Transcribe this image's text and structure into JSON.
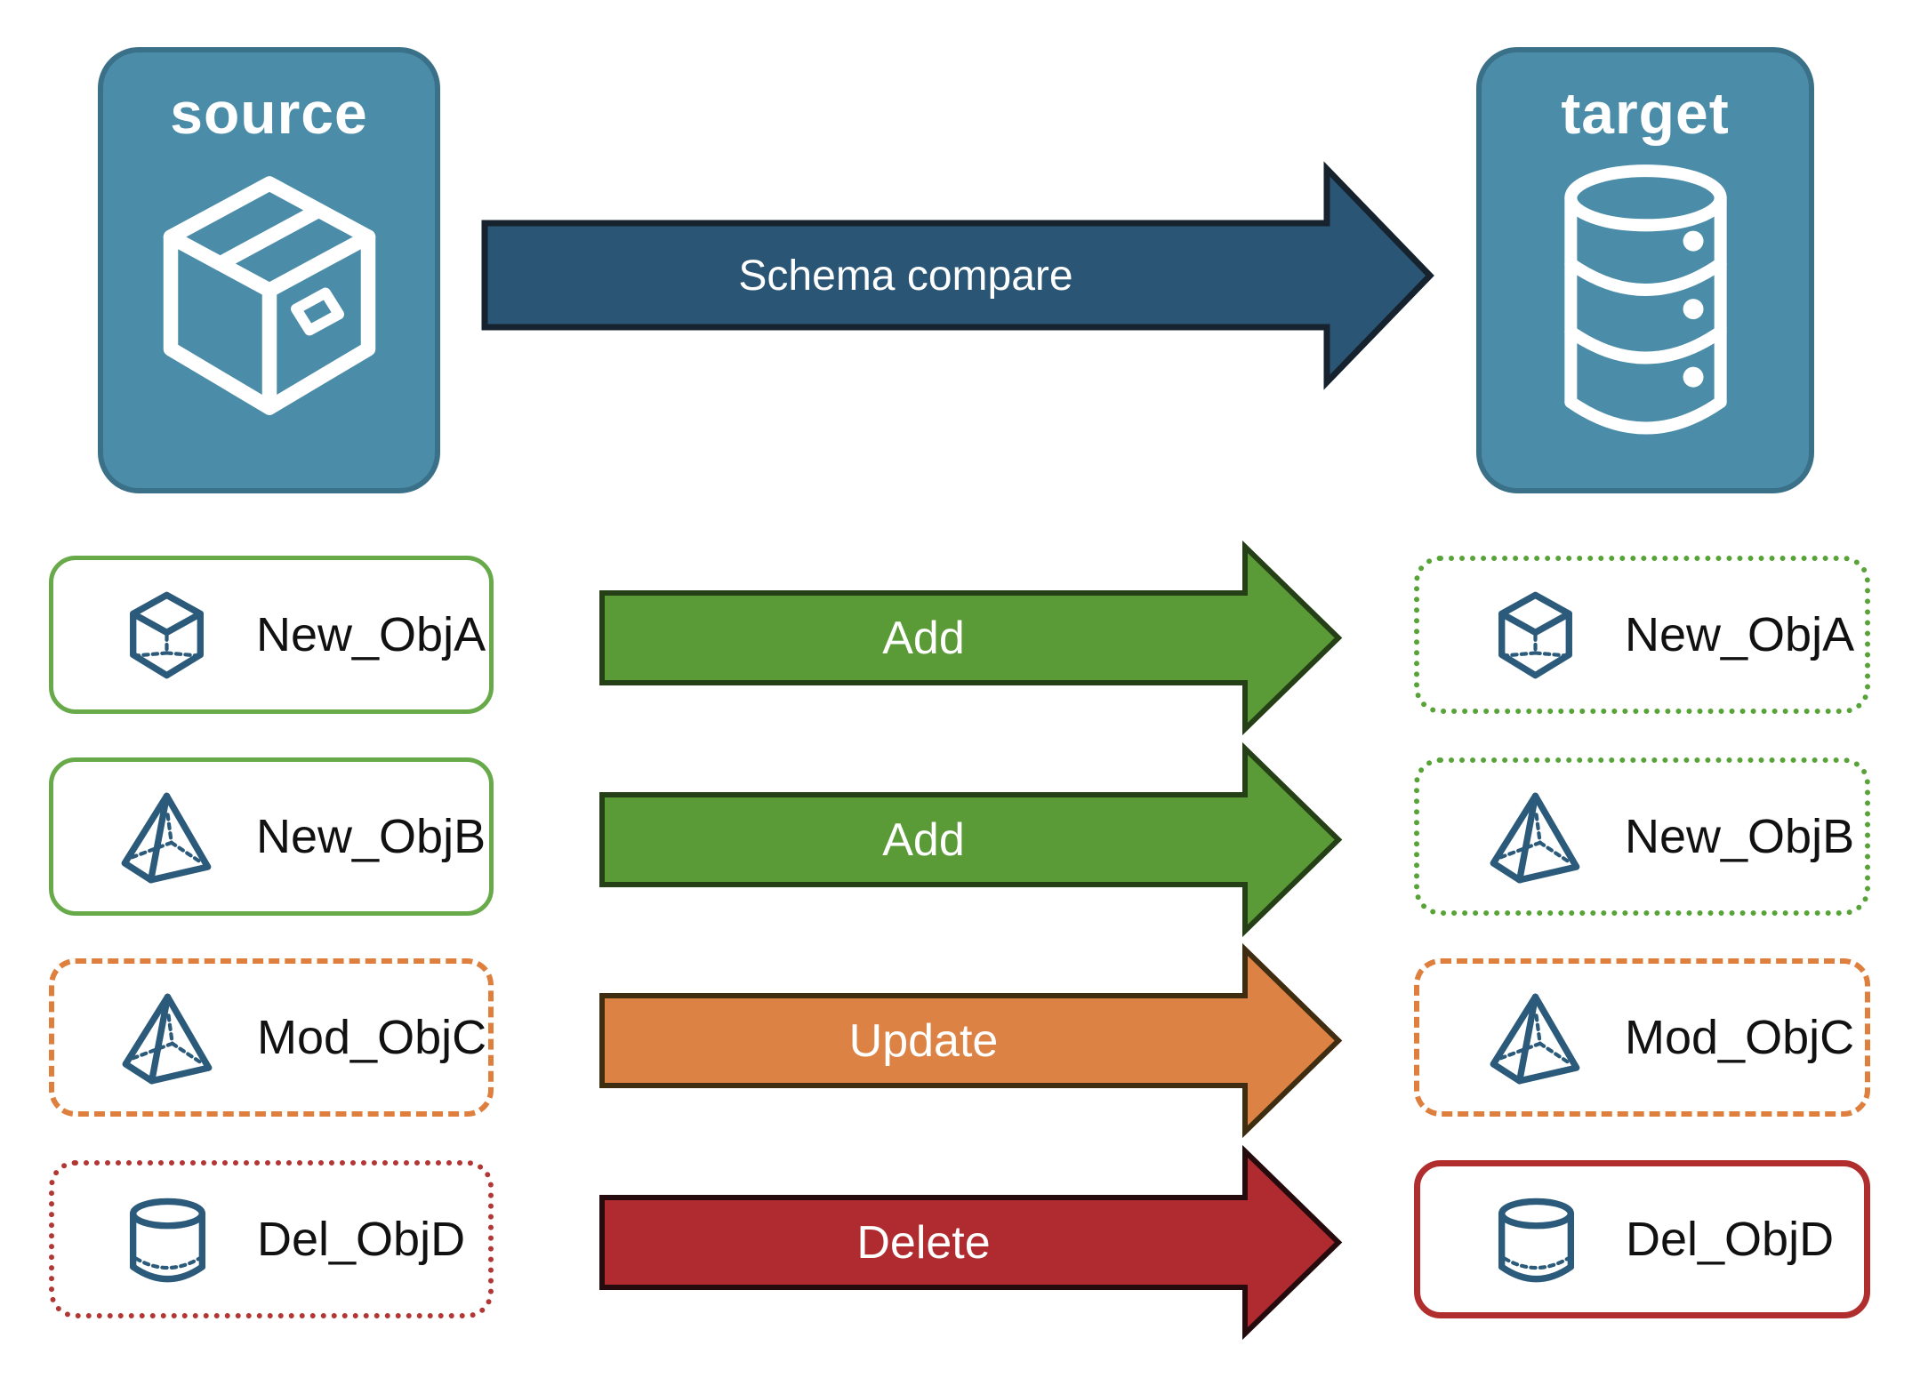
{
  "nodes": {
    "source": {
      "label": "source",
      "icon": "package-icon"
    },
    "target": {
      "label": "target",
      "icon": "database-icon"
    }
  },
  "flow": {
    "label": "Schema compare"
  },
  "rows": [
    {
      "name": "New_ObjA",
      "action": "Add",
      "icon": "cube-icon"
    },
    {
      "name": "New_ObjB",
      "action": "Add",
      "icon": "pyramid-icon"
    },
    {
      "name": "Mod_ObjC",
      "action": "Update",
      "icon": "pyramid-icon"
    },
    {
      "name": "Del_ObjD",
      "action": "Delete",
      "icon": "cylinder-icon"
    }
  ],
  "colors": {
    "node_fill": "#4B8DA9",
    "node_border": "#3A7088",
    "schema_arrow": "#2A5574",
    "add_arrow": "#5A9B38",
    "update_arrow": "#DB8244",
    "delete_arrow": "#AF2B30",
    "green_border_solid": "#68AA4A",
    "green_border_dotted": "#57A337",
    "orange_border_dashed": "#DE7F3E",
    "red_border_dotted": "#B23633",
    "red_border_solid": "#B02F2E",
    "object_icon": "#2B5A7B",
    "label_text": "#111111"
  }
}
